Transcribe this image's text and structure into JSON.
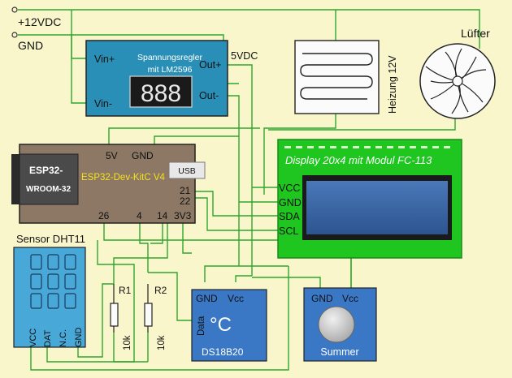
{
  "power": {
    "plus": "+12VDC",
    "gnd": "GND"
  },
  "regulator": {
    "title_line1": "Spannungsregler",
    "title_line2": "mit LM2596",
    "display": "888",
    "vin_plus": "Vin+",
    "vin_minus": "Vin-",
    "out_plus": "Out+",
    "out_minus": "Out-",
    "out_voltage": "5VDC"
  },
  "heater": {
    "label": "Heizung 12V"
  },
  "fan": {
    "label": "Lüfter"
  },
  "esp32": {
    "chip_line1": "ESP32-",
    "chip_line2": "WROOM-32",
    "board_name": "ESP32-Dev-KitC V4",
    "usb": "USB",
    "pin_5v": "5V",
    "pin_gnd": "GND",
    "pin_21": "21",
    "pin_22": "22",
    "pin_26": "26",
    "pin_4": "4",
    "pin_14": "14",
    "pin_3v3": "3V3"
  },
  "lcd": {
    "title": "Display 20x4 mit Modul FC-113",
    "pin_vcc": "VCC",
    "pin_gnd": "GND",
    "pin_sda": "SDA",
    "pin_scl": "SCL"
  },
  "dht": {
    "title": "Sensor DHT11",
    "pin_vcc": "VCC",
    "pin_dat": "DAT",
    "pin_nc": "N.C.",
    "pin_gnd": "GND"
  },
  "r1": {
    "name": "R1",
    "value": "10k"
  },
  "r2": {
    "name": "R2",
    "value": "10k"
  },
  "ds18b20": {
    "pin_gnd": "GND",
    "pin_vcc": "Vcc",
    "pin_data": "Data",
    "symbol": "°C",
    "name": "DS18B20"
  },
  "buzzer": {
    "pin_gnd": "GND",
    "pin_vcc": "Vcc",
    "name": "Summer"
  },
  "colors": {
    "background": "#faf6cc",
    "wire": "#2ea62e",
    "regulator_body": "#2a8fb6",
    "esp_board": "#8c7865",
    "lcd_board": "#1fc61f",
    "lcd_screen": "#3a68aa",
    "sensor_blue": "#3a78c6"
  }
}
